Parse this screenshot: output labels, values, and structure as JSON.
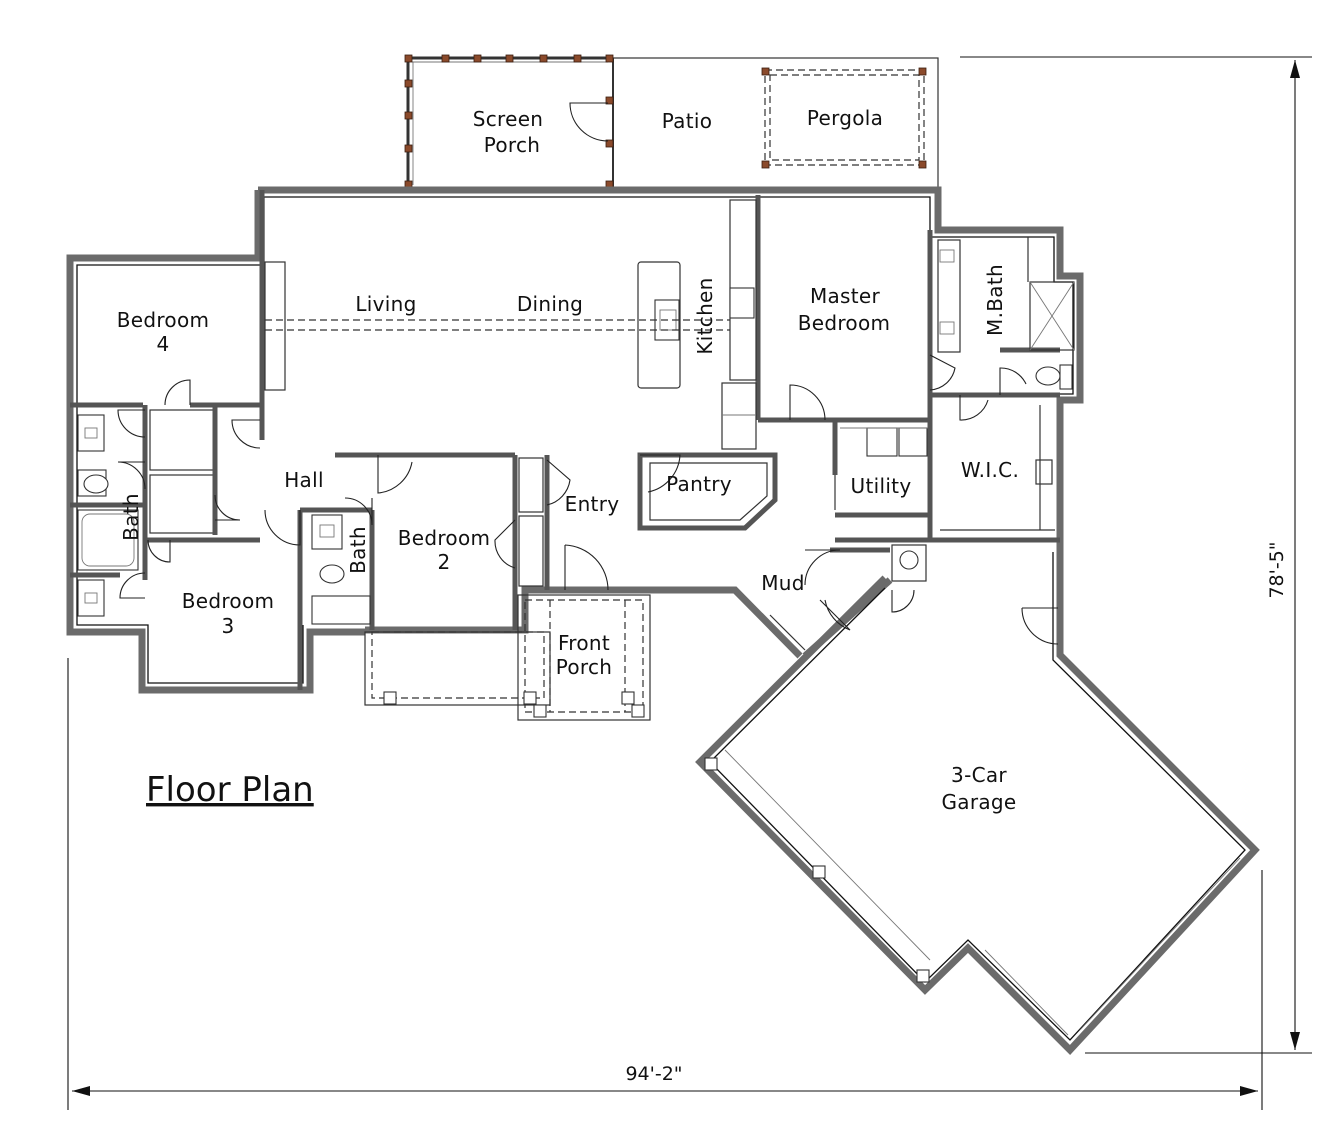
{
  "title": "Floor Plan",
  "rooms": {
    "screen_porch": [
      "Screen",
      "Porch"
    ],
    "patio": "Patio",
    "pergola": "Pergola",
    "living": "Living",
    "dining": "Dining",
    "kitchen": "Kitchen",
    "master_bedroom": [
      "Master",
      "Bedroom"
    ],
    "master_bath": "M.Bath",
    "bedroom4": [
      "Bedroom",
      "4"
    ],
    "bedroom3": [
      "Bedroom",
      "3"
    ],
    "bedroom2": [
      "Bedroom",
      "2"
    ],
    "bath_left": "Bath",
    "bath_mid": "Bath",
    "hall": "Hall",
    "entry": "Entry",
    "pantry": "Pantry",
    "utility": "Utility",
    "wic": "W.I.C.",
    "mud": "Mud",
    "front_porch": [
      "Front",
      "Porch"
    ],
    "garage": [
      "3-Car",
      "Garage"
    ]
  },
  "dimensions": {
    "width": "94'-2\"",
    "depth": "78'-5\""
  }
}
